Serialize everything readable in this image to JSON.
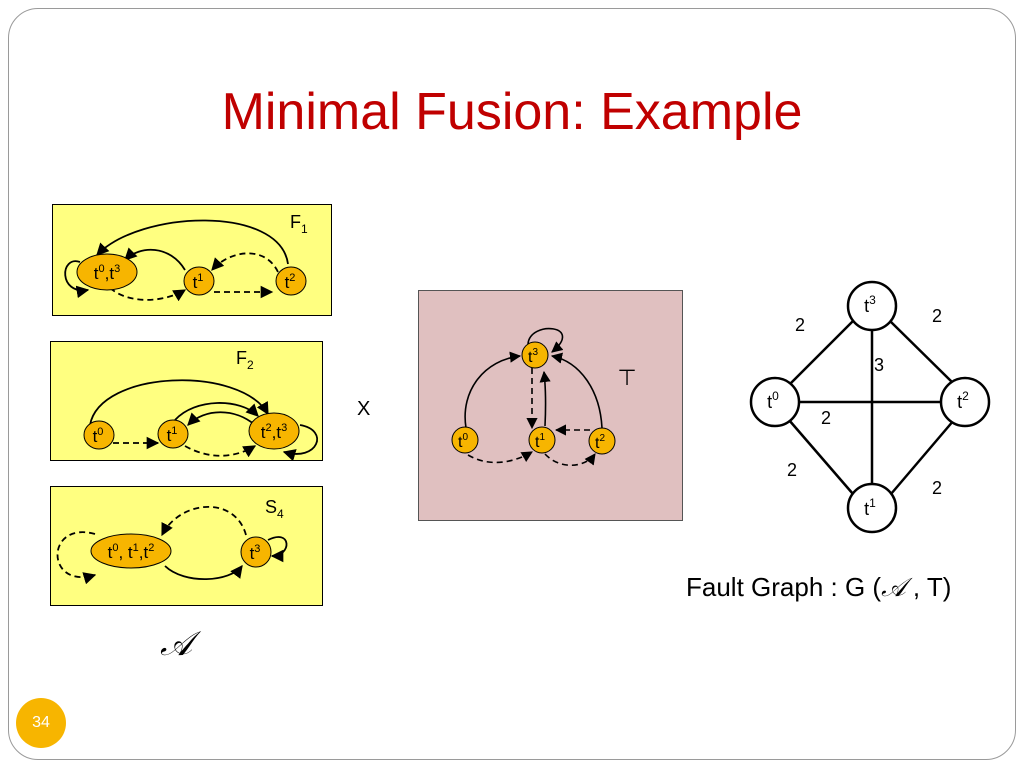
{
  "slide": {
    "title": "Minimal Fusion: Example",
    "page_number": "34"
  },
  "panel_f1": {
    "label": "F",
    "label_sub": "1",
    "states": [
      {
        "base": "t",
        "sup": "0",
        "sep": ",",
        "base2": "t",
        "sup2": "3"
      },
      {
        "base": "t",
        "sup": "1"
      },
      {
        "base": "t",
        "sup": "2"
      }
    ]
  },
  "panel_f2": {
    "label": "F",
    "label_sub": "2",
    "states": [
      {
        "base": "t",
        "sup": "0"
      },
      {
        "base": "t",
        "sup": "1"
      },
      {
        "base": "t",
        "sup": "2",
        "sep": ",",
        "base2": "t",
        "sup2": "3"
      }
    ]
  },
  "panel_s4": {
    "label": "S",
    "label_sub": "4",
    "states": [
      {
        "base": "t",
        "sup": "0",
        "sep": ", ",
        "base2": "t",
        "sup2": "1",
        "sep2": ",",
        "base3": "t",
        "sup3": "2"
      },
      {
        "base": "t",
        "sup": "3"
      }
    ]
  },
  "set_symbol": "𝒜",
  "product_symbol": "X",
  "panel_t": {
    "label": "⊤",
    "states": [
      {
        "base": "t",
        "sup": "3"
      },
      {
        "base": "t",
        "sup": "0"
      },
      {
        "base": "t",
        "sup": "1"
      },
      {
        "base": "t",
        "sup": "2"
      }
    ]
  },
  "fault_graph": {
    "nodes": [
      {
        "id": "t3",
        "base": "t",
        "sup": "3"
      },
      {
        "id": "t0",
        "base": "t",
        "sup": "0"
      },
      {
        "id": "t2",
        "base": "t",
        "sup": "2"
      },
      {
        "id": "t1",
        "base": "t",
        "sup": "1"
      }
    ],
    "edges": [
      {
        "from": "t0",
        "to": "t3",
        "weight": "2"
      },
      {
        "from": "t3",
        "to": "t2",
        "weight": "2"
      },
      {
        "from": "t3",
        "to": "t1",
        "weight": "3"
      },
      {
        "from": "t0",
        "to": "t2",
        "weight": "2"
      },
      {
        "from": "t0",
        "to": "t1",
        "weight": "2"
      },
      {
        "from": "t1",
        "to": "t2",
        "weight": "2"
      }
    ],
    "caption_prefix": "Fault Graph : G (",
    "caption_symbol": "𝒜",
    "caption_suffix": " , T)"
  },
  "colors": {
    "title": "#c00000",
    "node_fill": "#f7b500",
    "panel_yellow": "#ffff80",
    "panel_pink": "#e0c0c0",
    "badge": "#f7b500"
  }
}
